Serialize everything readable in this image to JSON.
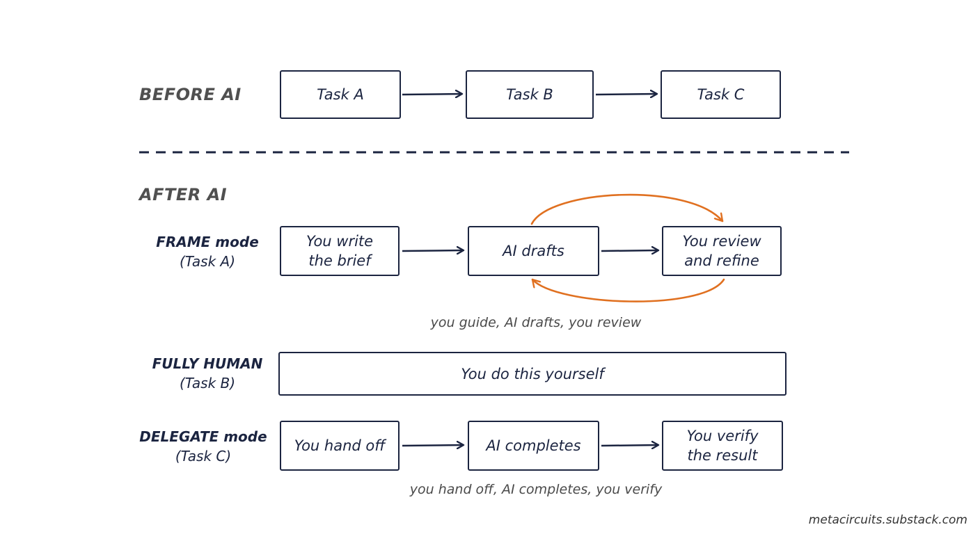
{
  "colors": {
    "ink": "#1b2440",
    "loop": "#e07020",
    "label": "#505050"
  },
  "before": {
    "label": "BEFORE AI",
    "boxes": [
      "Task A",
      "Task B",
      "Task C"
    ]
  },
  "after": {
    "label": "AFTER AI",
    "frame": {
      "mode": "FRAME mode",
      "task": "(Task A)",
      "boxes": [
        "You write\nthe brief",
        "AI drafts",
        "You review\nand refine"
      ],
      "caption": "you guide, AI drafts, you review"
    },
    "human": {
      "mode": "FULLY HUMAN",
      "task": "(Task B)",
      "box": "You do this yourself"
    },
    "delegate": {
      "mode": "DELEGATE mode",
      "task": "(Task C)",
      "boxes": [
        "You hand off",
        "AI completes",
        "You verify\nthe result"
      ],
      "caption": "you hand off, AI completes, you verify"
    }
  },
  "footer": "metacircuits.substack.com"
}
